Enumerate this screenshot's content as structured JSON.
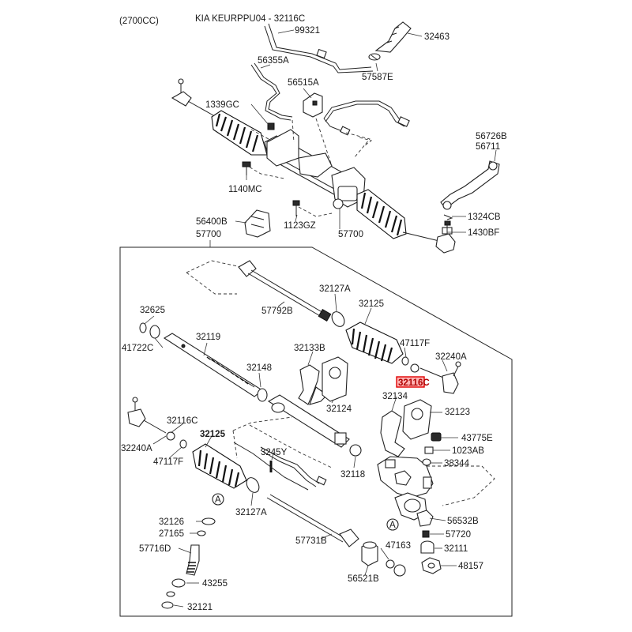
{
  "header": {
    "engine": "(2700CC)",
    "title": "KIA KEURPPU04 - 32116C"
  },
  "highlight": {
    "part": "32116C",
    "color": "#e00000",
    "fill": "#ffb3b3"
  },
  "callouts": {
    "p99321": "99321",
    "p32463": "32463",
    "p57587E": "57587E",
    "p56355A": "56355A",
    "p56515A": "56515A",
    "p1339GC": "1339GC",
    "p56726B": "56726B",
    "p56711": "56711",
    "p1140MC": "1140MC",
    "p1324CB": "1324CB",
    "p1430BF": "1430BF",
    "p56400B": "56400B",
    "p1123GZ": "1123GZ",
    "p57700a": "57700",
    "p57700b": "57700",
    "p32127A_top": "32127A",
    "p57792B": "57792B",
    "p32125_top": "32125",
    "p32625": "32625",
    "p41722C": "41722C",
    "p32119": "32119",
    "p32148": "32148",
    "p32133B": "32133B",
    "p47117F_top": "47117F",
    "p32240A_top": "32240A",
    "p32116C_top": "32116C",
    "p32124": "32124",
    "p32134": "32134",
    "p32123": "32123",
    "p32116C_left": "32116C",
    "p32125_left": "32125",
    "p32240A_left": "32240A",
    "p47117F_left": "47117F",
    "p3245Y": "3245Y",
    "p32118": "32118",
    "p43775E": "43775E",
    "p1023AB": "1023AB",
    "p38344": "38344",
    "p32127A_bot": "32127A",
    "pA1": "A",
    "pA2": "A",
    "p32126": "32126",
    "p27165": "27165",
    "p57716D": "57716D",
    "p57731B": "57731B",
    "p56532B": "56532B",
    "p57720": "57720",
    "p47163": "47163",
    "p32111": "32111",
    "p48157": "48157",
    "p43255": "43255",
    "p56521B": "56521B",
    "p32121": "32121"
  },
  "icons": {
    "steering_gear_assembly": "steering-gear-assembly-icon",
    "tie_rod_end": "tie-rod-end-icon",
    "bellows_boot": "bellows-boot-icon",
    "pinion_valve": "pinion-valve-icon"
  }
}
